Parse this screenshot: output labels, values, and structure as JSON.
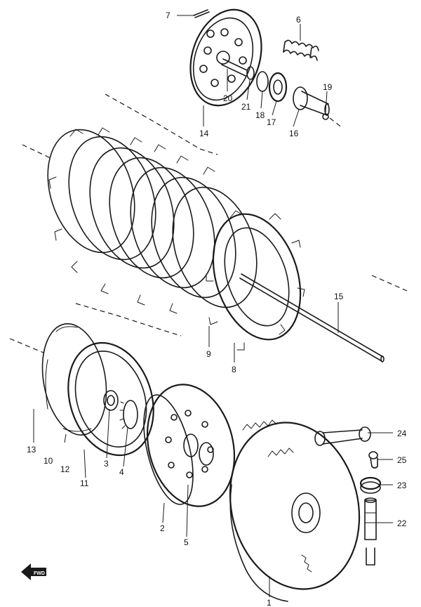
{
  "diagram": {
    "callouts": {
      "c1": "1",
      "c2": "2",
      "c3": "3",
      "c4": "4",
      "c5": "5",
      "c6": "6",
      "c7": "7",
      "c8": "8",
      "c9": "9",
      "c10": "10",
      "c11": "11",
      "c12": "12",
      "c13": "13",
      "c14": "14",
      "c15": "15",
      "c16": "16",
      "c17": "17",
      "c18": "18",
      "c19": "19",
      "c20": "20",
      "c21": "21",
      "c22": "22",
      "c23": "23",
      "c24": "24",
      "c25": "25"
    },
    "direction_badge": "FWD"
  }
}
